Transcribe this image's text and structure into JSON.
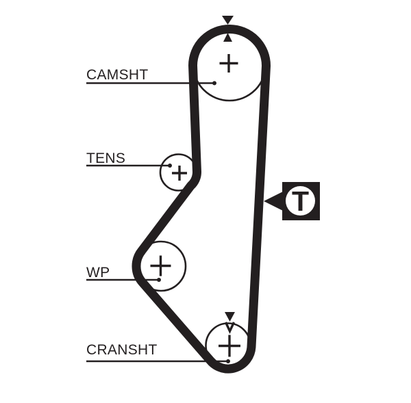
{
  "diagram": {
    "type": "timing-belt-routing-diagram",
    "background_color": "#ffffff",
    "ink_color": "#231f20",
    "labels": {
      "camshaft": "CAMSHT",
      "tensioner": "TENS",
      "water_pump": "WP",
      "crankshaft": "CRANSHT"
    },
    "badge": {
      "letter": "T"
    },
    "icons": {
      "camshaft_timing_marks": [
        "arrow-down",
        "arrow-up"
      ],
      "crankshaft_timing_marks": [
        "arrow-down",
        "v-mark"
      ],
      "badge_pointer": "arrow-left"
    }
  }
}
